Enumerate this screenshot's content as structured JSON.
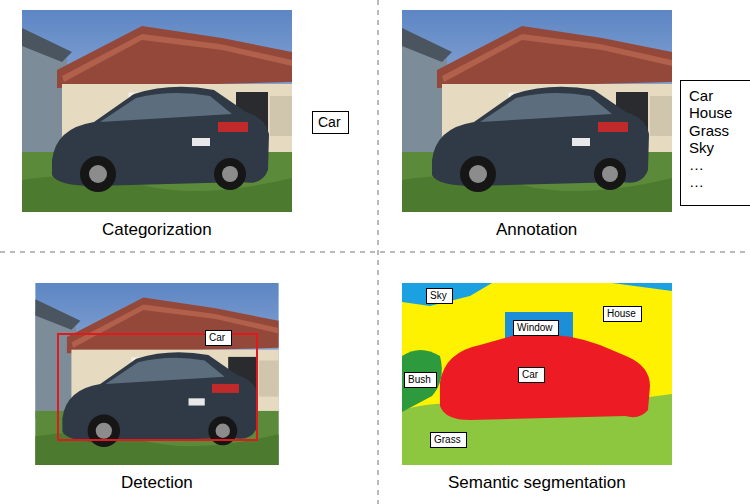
{
  "diagram": {
    "nodes": [
      {
        "text": [
          "Car"
        ]
      },
      {
        "text": [
          "Car",
          "House",
          "Grass",
          "Sky",
          "…",
          "…"
        ]
      },
      {
        "text": [
          "Car"
        ]
      },
      {
        "text": [
          "Sky"
        ]
      },
      {
        "text": [
          "Window"
        ]
      },
      {
        "text": [
          "House"
        ]
      },
      {
        "text": [
          "Bush"
        ]
      },
      {
        "text": [
          "Car"
        ]
      },
      {
        "text": [
          "Grass"
        ]
      }
    ],
    "labels": [
      "Categorization",
      "Annotation",
      "Detection",
      "Semantic segmentation"
    ]
  }
}
